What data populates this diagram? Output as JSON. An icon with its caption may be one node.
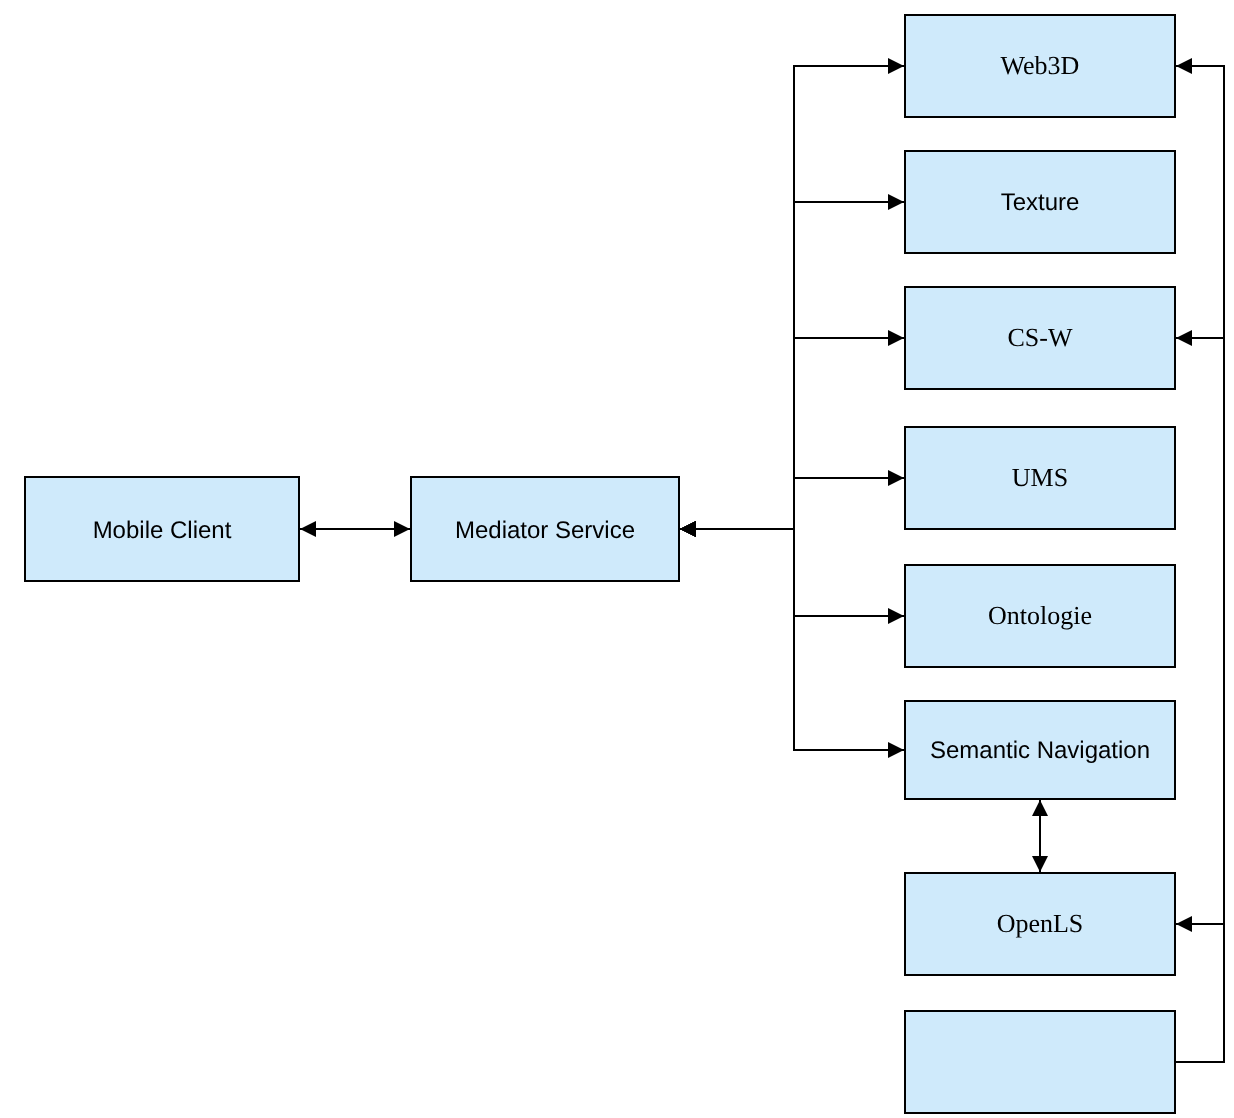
{
  "diagram": {
    "nodes": [
      {
        "text": [
          "Mobile Client"
        ]
      },
      {
        "text": [
          "Mediator Service"
        ]
      },
      {
        "text": [
          "Web3D"
        ]
      },
      {
        "text": [
          "Texture"
        ]
      },
      {
        "text": [
          "CS-W"
        ]
      },
      {
        "text": [
          "UMS"
        ]
      },
      {
        "text": [
          "Ontologie"
        ]
      },
      {
        "text": [
          "Semantic Navigation"
        ]
      },
      {
        "text": [
          "OpenLS"
        ]
      },
      {
        "text": [],
        "shape": "box"
      }
    ],
    "edges": [
      {
        "from": 0,
        "to": 1,
        "arrow": "both"
      },
      {
        "from": 1,
        "to": 2,
        "arrow": "both"
      },
      {
        "from": 1,
        "to": 3,
        "arrow": "both"
      },
      {
        "from": 1,
        "to": 4,
        "arrow": "both"
      },
      {
        "from": 1,
        "to": 5,
        "arrow": "both"
      },
      {
        "from": 1,
        "to": 6,
        "arrow": "both"
      },
      {
        "from": 1,
        "to": 7,
        "arrow": "both"
      },
      {
        "from": 7,
        "to": 8,
        "arrow": "both"
      },
      {
        "from": 9,
        "to": 2,
        "arrow": "to"
      },
      {
        "from": 9,
        "to": 4,
        "arrow": "to"
      },
      {
        "from": 9,
        "to": 8,
        "arrow": "to"
      }
    ]
  }
}
